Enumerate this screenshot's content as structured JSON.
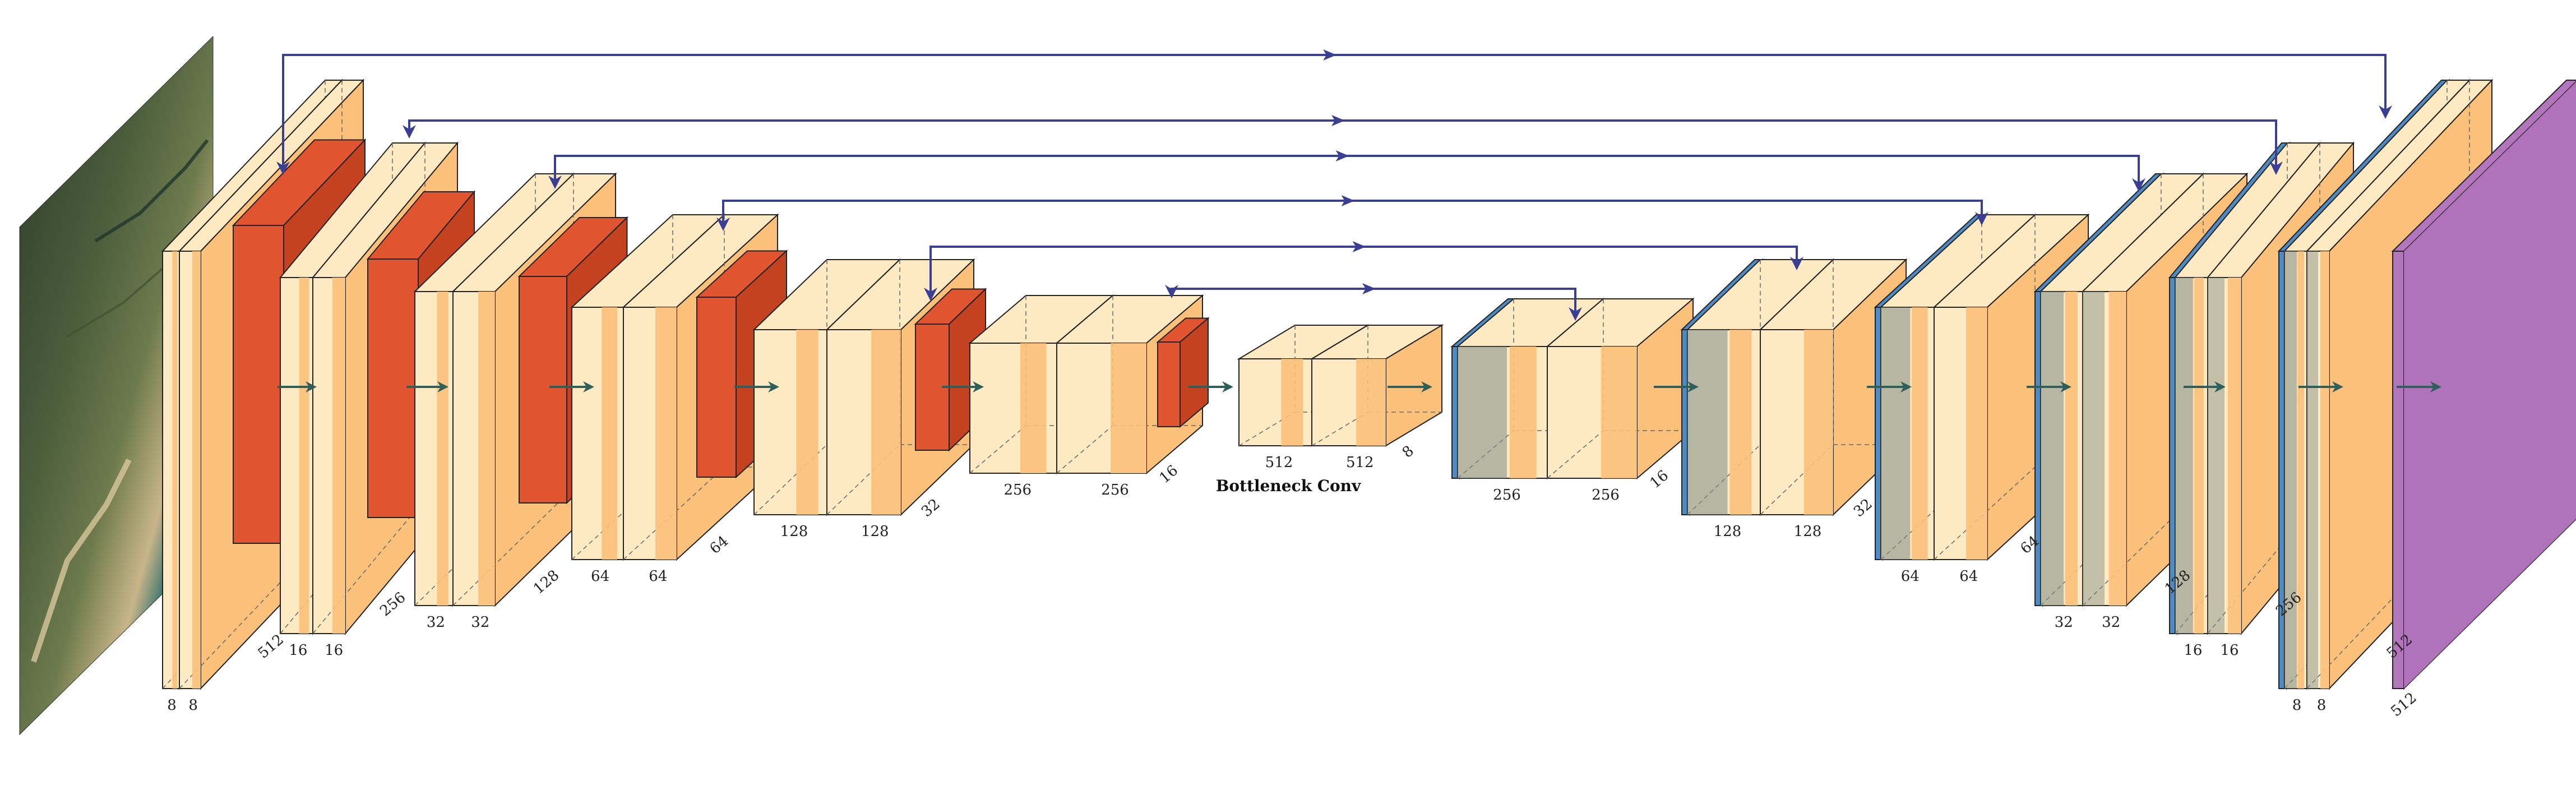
{
  "diagram": {
    "title": "Bottleneck Conv",
    "colors": {
      "conv_light": "#fde9c2",
      "conv_band": "#fbc07a",
      "pool": "#e0552f",
      "upconv": "#4e8bc4",
      "output": "#b376bd",
      "skip_arrow": "#3a3f94",
      "flow_arrow": "#2f5f5b",
      "edge": "#222222"
    },
    "encoder": [
      {
        "id": "enc1",
        "labels": [
          "8",
          "8",
          "512"
        ]
      },
      {
        "id": "enc2",
        "labels": [
          "16",
          "16",
          "256"
        ]
      },
      {
        "id": "enc3",
        "labels": [
          "32",
          "32",
          "128"
        ]
      },
      {
        "id": "enc4",
        "labels": [
          "64",
          "64",
          "64"
        ]
      },
      {
        "id": "enc5",
        "labels": [
          "128",
          "128",
          "32"
        ]
      },
      {
        "id": "enc6",
        "labels": [
          "256",
          "256",
          "16"
        ]
      }
    ],
    "bottleneck": {
      "labels": [
        "512",
        "512",
        "8"
      ]
    },
    "decoder": [
      {
        "id": "dec6",
        "labels": [
          "256",
          "256",
          "16"
        ]
      },
      {
        "id": "dec5",
        "labels": [
          "128",
          "128",
          "32"
        ]
      },
      {
        "id": "dec4",
        "labels": [
          "64",
          "64",
          "64"
        ]
      },
      {
        "id": "dec3",
        "labels": [
          "32",
          "32",
          "128"
        ]
      },
      {
        "id": "dec2",
        "labels": [
          "16",
          "16",
          "256"
        ]
      },
      {
        "id": "dec1",
        "labels": [
          "8",
          "8",
          "512"
        ]
      }
    ],
    "output": {
      "labels": [
        "512"
      ]
    }
  }
}
